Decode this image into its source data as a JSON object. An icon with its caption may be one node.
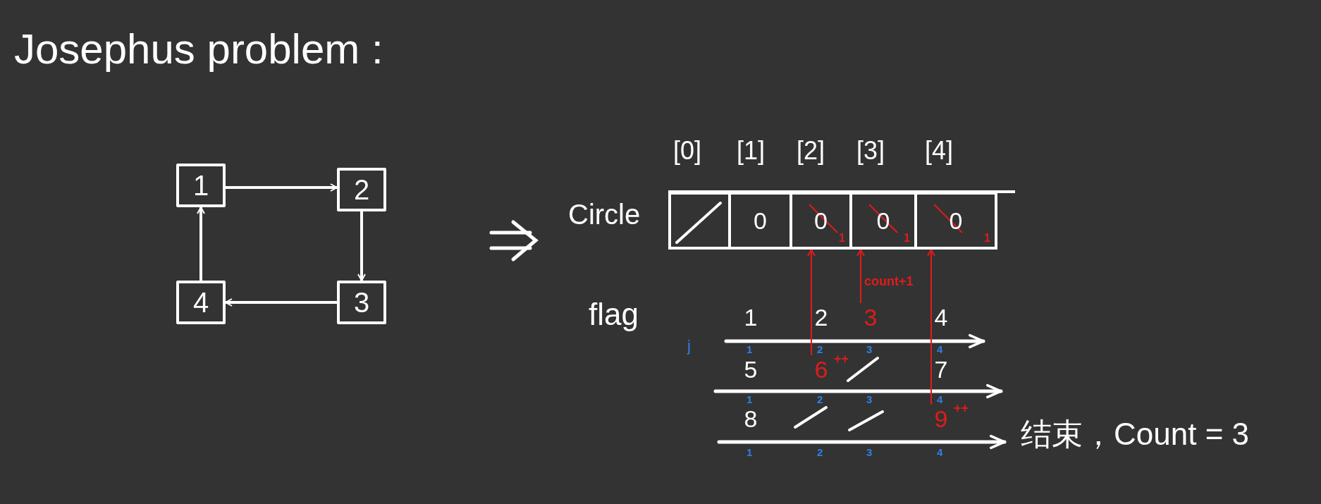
{
  "diagram": {
    "title": "Josephus problem :",
    "nodes": [
      {
        "text": [
          "1"
        ]
      },
      {
        "text": [
          "2"
        ]
      },
      {
        "text": [
          "4"
        ]
      },
      {
        "text": [
          "3"
        ]
      },
      {
        "text": [],
        "shape": "box"
      },
      {
        "text": [
          "0"
        ]
      },
      {
        "text": [
          "0",
          "1"
        ]
      },
      {
        "text": [
          "0",
          "1"
        ]
      },
      {
        "text": [
          "0",
          "1"
        ]
      },
      {
        "text": [
          "1"
        ]
      },
      {
        "text": [
          "2"
        ]
      },
      {
        "text": [
          "3"
        ]
      },
      {
        "text": [
          "4"
        ]
      },
      {
        "text": [
          "5"
        ]
      },
      {
        "text": [
          "6"
        ],
        "beside": [
          "++"
        ]
      },
      {
        "text": [
          "7"
        ]
      },
      {
        "text": [
          "8"
        ]
      },
      {
        "text": [
          "9"
        ],
        "beside": [
          "++"
        ]
      }
    ],
    "edges": [
      {
        "from": 0,
        "to": 1,
        "arrow": "to"
      },
      {
        "from": 1,
        "to": 3,
        "arrow": "to"
      },
      {
        "from": 3,
        "to": 2,
        "arrow": "to"
      },
      {
        "from": 2,
        "to": 0,
        "arrow": "to"
      },
      {
        "from": 14,
        "to": 6,
        "arrow": "to",
        "color": "#e01b1b"
      },
      {
        "from": 11,
        "to": 7,
        "arrow": "to",
        "color": "#e01b1b",
        "label": "count+1"
      },
      {
        "from": 17,
        "to": 8,
        "arrow": "to",
        "color": "#e01b1b"
      }
    ],
    "labels": [
      "[0]",
      "[1]",
      "[2]",
      "[3]",
      "[4]",
      "Circle",
      "flag",
      "j",
      "1",
      "2",
      "3",
      "4",
      "1",
      "2",
      "3",
      "4",
      "1",
      "2",
      "3",
      "4",
      "结束，Count = 3"
    ]
  }
}
